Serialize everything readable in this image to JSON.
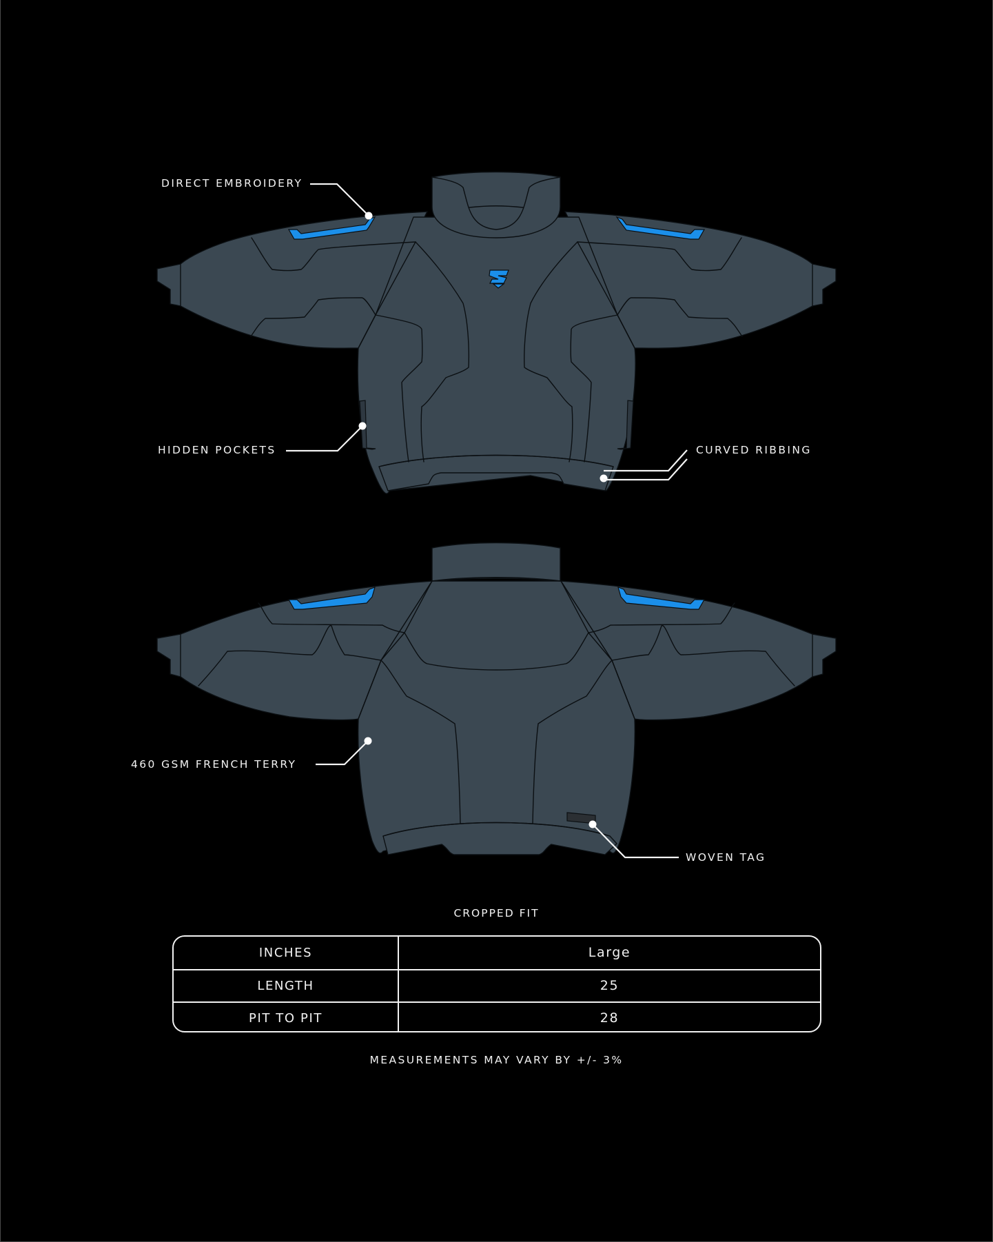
{
  "colors": {
    "background": "#000000",
    "garment_fill": "#3b4852",
    "seam_line": "#0b0f12",
    "embroidery_accent": "#1b8fea",
    "annotation_white": "#f4f4f4",
    "woven_tag": "#2b2f33"
  },
  "front_view": {
    "view": "front",
    "icons": {
      "logo": "brand-logo-icon",
      "shoulder_embroidery": "embroidery-patch-icon"
    },
    "callouts": [
      {
        "id": "direct-embroidery",
        "label": "DIRECT EMBROIDERY"
      },
      {
        "id": "hidden-pockets",
        "label": "HIDDEN POCKETS"
      },
      {
        "id": "curved-ribbing",
        "label": "CURVED RIBBING"
      }
    ]
  },
  "back_view": {
    "view": "back",
    "callouts": [
      {
        "id": "french-terry",
        "label": "460 GSM FRENCH TERRY"
      },
      {
        "id": "woven-tag",
        "label": "WOVEN TAG"
      }
    ]
  },
  "size_chart": {
    "title": "CROPPED FIT",
    "header": {
      "key": "INCHES",
      "value": "Large"
    },
    "rows": [
      {
        "key": "LENGTH",
        "value": "25"
      },
      {
        "key": "PIT TO PIT",
        "value": "28"
      }
    ],
    "disclaimer": "MEASUREMENTS MAY VARY BY +/- 3%"
  }
}
